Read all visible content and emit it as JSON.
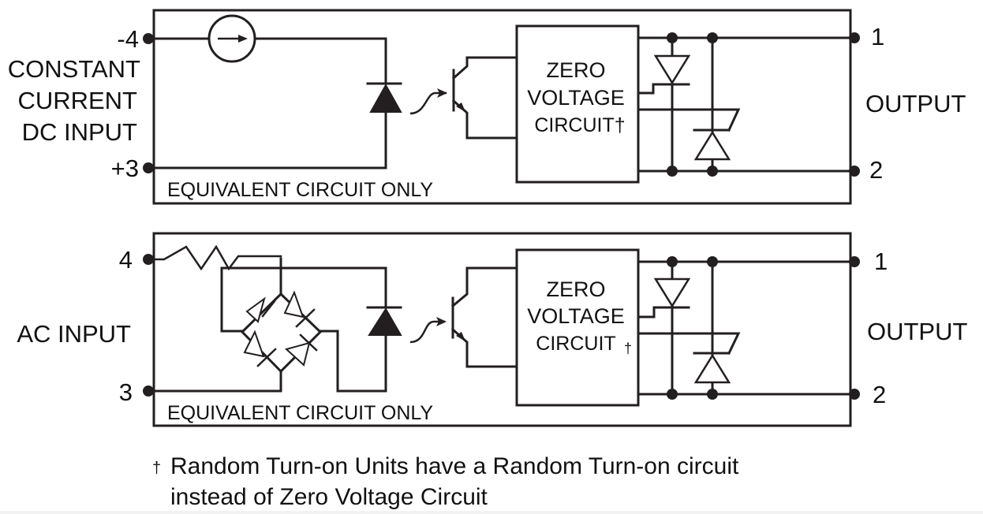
{
  "colors": {
    "ink": "#231f20",
    "background": "#ffffff"
  },
  "dc_circuit": {
    "terminal_neg": "-4",
    "terminal_pos": "+3",
    "input_label_lines": [
      "CONSTANT",
      "CURRENT",
      "DC INPUT"
    ],
    "equivalent_note": "EQUIVALENT CIRCUIT ONLY",
    "zv_box_lines": [
      "ZERO",
      "VOLTAGE",
      "CIRCUIT†"
    ],
    "output_terminal_1": "1",
    "output_terminal_2": "2",
    "output_label": "OUTPUT",
    "components": [
      "current-source",
      "led",
      "phototransistor",
      "zero-voltage-circuit",
      "scr",
      "scr",
      "output-terminals"
    ]
  },
  "ac_circuit": {
    "terminal_a": "4",
    "terminal_b": "3",
    "input_label": "AC INPUT",
    "equivalent_note": "EQUIVALENT CIRCUIT ONLY",
    "zv_box_lines": [
      "ZERO",
      "VOLTAGE",
      "CIRCUIT"
    ],
    "zv_box_dagger": "†",
    "output_terminal_1": "1",
    "output_terminal_2": "2",
    "output_label": "OUTPUT",
    "components": [
      "resistor",
      "bridge-rectifier",
      "led",
      "phototransistor",
      "zero-voltage-circuit",
      "scr",
      "scr",
      "output-terminals"
    ]
  },
  "footnote": {
    "marker": "†",
    "line1": "Random Turn-on Units have a Random Turn-on circuit",
    "line2": "instead of Zero Voltage Circuit"
  }
}
